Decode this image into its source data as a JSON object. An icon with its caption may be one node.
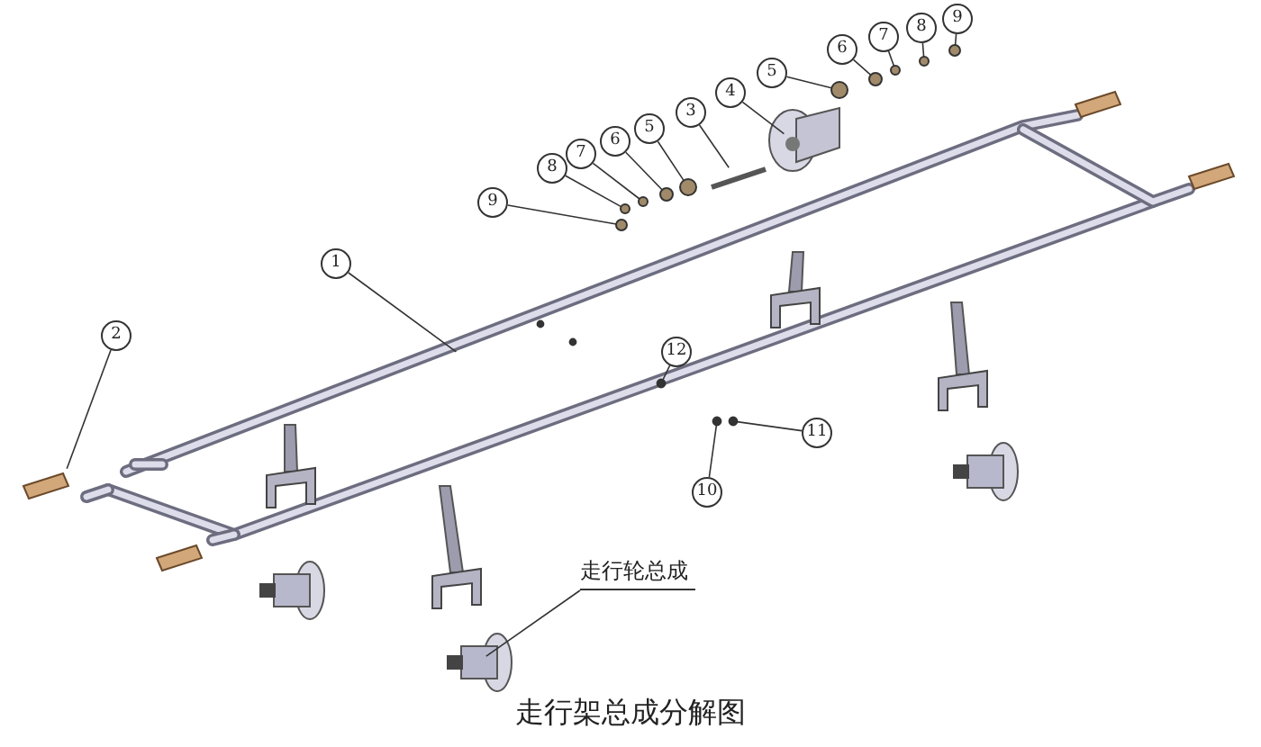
{
  "diagram": {
    "caption": "走行架总成分解图",
    "nodes": [
      {
        "text": [
          "9"
        ]
      },
      {
        "text": [
          "8"
        ]
      },
      {
        "text": [
          "7"
        ]
      },
      {
        "text": [
          "6"
        ]
      },
      {
        "text": [
          "5"
        ]
      },
      {
        "text": [
          "4"
        ]
      },
      {
        "text": [
          "3"
        ]
      },
      {
        "text": [
          "5"
        ]
      },
      {
        "text": [
          "6"
        ]
      },
      {
        "text": [
          "7"
        ]
      },
      {
        "text": [
          "8"
        ]
      },
      {
        "text": [
          "9"
        ]
      },
      {
        "text": [
          "1"
        ]
      },
      {
        "text": [
          "2"
        ]
      },
      {
        "text": [
          "12"
        ]
      },
      {
        "text": [
          "11"
        ]
      },
      {
        "text": [
          "10"
        ]
      },
      {
        "text": [
          "走行轮总成"
        ]
      },
      {
        "text": [],
        "shape": "circle"
      },
      {
        "text": [],
        "shape": "circle"
      },
      {
        "text": [],
        "shape": "circle"
      },
      {
        "text": [],
        "shape": "circle"
      },
      {
        "text": [],
        "shape": "circle"
      },
      {
        "text": [],
        "shape": "circle"
      },
      {
        "text": [],
        "shape": "circle"
      },
      {
        "text": [],
        "shape": "circle"
      },
      {
        "text": [],
        "shape": "circle"
      },
      {
        "text": [],
        "shape": "circle"
      },
      {
        "text": [],
        "shape": "circle"
      },
      {
        "text": [],
        "shape": "circle"
      },
      {
        "text": [],
        "shape": "circle"
      }
    ],
    "edges": [
      {
        "from": 0,
        "to": 18,
        "arrow": "none"
      },
      {
        "from": 1,
        "to": 19,
        "arrow": "none"
      },
      {
        "from": 2,
        "to": 20,
        "arrow": "none"
      },
      {
        "from": 3,
        "to": 21,
        "arrow": "none"
      },
      {
        "from": 4,
        "to": 22,
        "arrow": "none"
      },
      {
        "from": 5,
        "to": null,
        "arrow": "none"
      },
      {
        "from": 6,
        "to": null,
        "arrow": "none"
      },
      {
        "from": 7,
        "to": 23,
        "arrow": "none"
      },
      {
        "from": 8,
        "to": 24,
        "arrow": "none"
      },
      {
        "from": 9,
        "to": 25,
        "arrow": "none"
      },
      {
        "from": 10,
        "to": 26,
        "arrow": "none"
      },
      {
        "from": 11,
        "to": 27,
        "arrow": "none"
      },
      {
        "from": 12,
        "to": null,
        "arrow": "none"
      },
      {
        "from": 13,
        "to": null,
        "arrow": "none"
      },
      {
        "from": 14,
        "to": 28,
        "arrow": "none"
      },
      {
        "from": 15,
        "to": 30,
        "arrow": "none"
      },
      {
        "from": 16,
        "to": 29,
        "arrow": "none"
      },
      {
        "from": 17,
        "to": null,
        "arrow": "none"
      }
    ]
  }
}
